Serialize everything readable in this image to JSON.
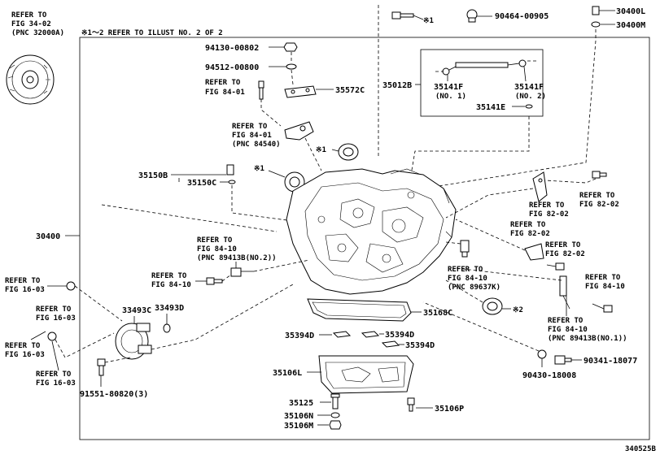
{
  "header_note": "※1～2 REFER TO ILLUST NO. 2 OF 2",
  "figure_id": "340525B",
  "refs": {
    "torque_converter": [
      "REFER TO",
      "FIG 34-02",
      "(PNC 32000A)"
    ],
    "fig84_01_a": [
      "REFER TO",
      "FIG 84-01"
    ],
    "fig84_01_b": [
      "REFER TO",
      "FIG 84-01",
      "(PNC 84540)"
    ],
    "fig84_10_a": [
      "REFER TO",
      "FIG 84-10",
      "(PNC 89413B(NO.2))"
    ],
    "fig84_10_b": [
      "REFER TO",
      "FIG 84-10"
    ],
    "fig84_10_c": [
      "REFER TO",
      "FIG 84-10",
      "(PNC 89637K)"
    ],
    "fig84_10_d": [
      "REFER TO",
      "FIG 84-10"
    ],
    "fig84_10_e": [
      "REFER TO",
      "FIG 84-10",
      "(PNC 89413B(NO.1))"
    ],
    "fig82_02_a": [
      "REFER TO",
      "FIG 82-02"
    ],
    "fig82_02_b": [
      "REFER TO",
      "FIG 82-02"
    ],
    "fig82_02_c": [
      "REFER TO",
      "FIG 82-02"
    ],
    "fig82_02_d": [
      "REFER TO",
      "FIG 82-02"
    ],
    "fig16_03_a": [
      "REFER TO",
      "FIG 16-03"
    ],
    "fig16_03_b": [
      "REFER TO",
      "FIG 16-03"
    ],
    "fig16_03_c": [
      "REFER TO",
      "FIG 16-03"
    ],
    "fig16_03_d": [
      "REFER TO",
      "FIG 16-03"
    ]
  },
  "parts": {
    "p30400": "30400",
    "p30400L": "30400L",
    "p30400M": "30400M",
    "p90464": "90464-00905",
    "p94130": "94130-00802",
    "p94512": "94512-00800",
    "p35572C": "35572C",
    "p35012B": "35012B",
    "p35141F_1": "35141F",
    "p35141F_1_sub": "(NO. 1)",
    "p35141F_2": "35141F",
    "p35141F_2_sub": "(NO. 2)",
    "p35141E": "35141E",
    "p35150B": "35150B",
    "p35150C": "35150C",
    "p33493C": "33493C",
    "p33493D": "33493D",
    "p35168C": "35168C",
    "p35394D_a": "35394D",
    "p35394D_b": "35394D",
    "p35394D_c": "35394D",
    "p35106L": "35106L",
    "p35125": "35125",
    "p35106N": "35106N",
    "p35106M": "35106M",
    "p35106P": "35106P",
    "p91551": "91551-80820(3)",
    "p90430": "90430-18008",
    "p90341": "90341-18077"
  },
  "marks": {
    "m1_top": "※1",
    "m1_seal_a": "※1",
    "m1_seal_b": "※1",
    "m2_seal": "※2"
  }
}
